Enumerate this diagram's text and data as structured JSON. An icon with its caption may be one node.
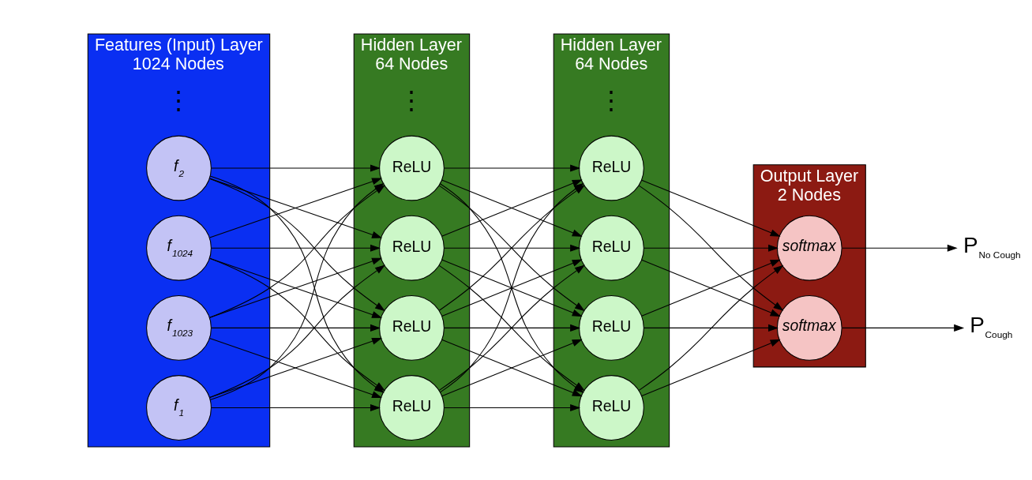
{
  "diagram": {
    "nodes": [
      {
        "text": [
          "Features (Input) Layer",
          "1024 Nodes"
        ]
      },
      {
        "text": [
          "f$_{1}$"
        ],
        "in": 0
      },
      {
        "text": [
          "f$_{2}$"
        ],
        "in": 0
      },
      {
        "text": [
          "f$_{1023}$"
        ],
        "in": 0
      },
      {
        "text": [
          "f$_{1024}$"
        ],
        "in": 0
      },
      {
        "text": [
          "Hidden Layer",
          "64 Nodes"
        ]
      },
      {
        "text": [
          "ReLU"
        ],
        "in": 5
      },
      {
        "text": [
          "ReLU"
        ],
        "in": 5
      },
      {
        "text": [
          "ReLU"
        ],
        "in": 5
      },
      {
        "text": [
          "ReLU"
        ],
        "in": 5
      },
      {
        "text": [
          "Hidden Layer",
          "64 Nodes"
        ]
      },
      {
        "text": [
          "ReLU"
        ],
        "in": 10
      },
      {
        "text": [
          "ReLU"
        ],
        "in": 10
      },
      {
        "text": [
          "ReLU"
        ],
        "in": 10
      },
      {
        "text": [
          "ReLU"
        ],
        "in": 10
      },
      {
        "text": [
          "Output Layer",
          "2 Nodes"
        ]
      },
      {
        "text": [
          "softmax"
        ],
        "in": 15
      },
      {
        "text": [
          "softmax"
        ],
        "in": 15
      },
      {
        "text": [
          "P$_{Cough}$"
        ]
      },
      {
        "text": [
          "P$_{No Cough}$"
        ]
      }
    ],
    "edges": [
      {
        "from": 1,
        "to": 6,
        "arrow": "to"
      },
      {
        "from": 1,
        "to": 7,
        "arrow": "to"
      },
      {
        "from": 1,
        "to": 8,
        "arrow": "to"
      },
      {
        "from": 1,
        "to": 9,
        "arrow": "to"
      },
      {
        "from": 2,
        "to": 6,
        "arrow": "to"
      },
      {
        "from": 2,
        "to": 7,
        "arrow": "to"
      },
      {
        "from": 2,
        "to": 8,
        "arrow": "to"
      },
      {
        "from": 2,
        "to": 9,
        "arrow": "to"
      },
      {
        "from": 3,
        "to": 6,
        "arrow": "to"
      },
      {
        "from": 3,
        "to": 7,
        "arrow": "to"
      },
      {
        "from": 3,
        "to": 8,
        "arrow": "to"
      },
      {
        "from": 3,
        "to": 9,
        "arrow": "to"
      },
      {
        "from": 4,
        "to": 6,
        "arrow": "to"
      },
      {
        "from": 4,
        "to": 7,
        "arrow": "to"
      },
      {
        "from": 4,
        "to": 8,
        "arrow": "to"
      },
      {
        "from": 4,
        "to": 9,
        "arrow": "to"
      },
      {
        "from": 6,
        "to": 11,
        "arrow": "to"
      },
      {
        "from": 6,
        "to": 12,
        "arrow": "to"
      },
      {
        "from": 6,
        "to": 13,
        "arrow": "to"
      },
      {
        "from": 6,
        "to": 14,
        "arrow": "to"
      },
      {
        "from": 7,
        "to": 11,
        "arrow": "to"
      },
      {
        "from": 7,
        "to": 12,
        "arrow": "to"
      },
      {
        "from": 7,
        "to": 13,
        "arrow": "to"
      },
      {
        "from": 7,
        "to": 14,
        "arrow": "to"
      },
      {
        "from": 8,
        "to": 11,
        "arrow": "to"
      },
      {
        "from": 8,
        "to": 12,
        "arrow": "to"
      },
      {
        "from": 8,
        "to": 13,
        "arrow": "to"
      },
      {
        "from": 8,
        "to": 14,
        "arrow": "to"
      },
      {
        "from": 9,
        "to": 11,
        "arrow": "to"
      },
      {
        "from": 9,
        "to": 12,
        "arrow": "to"
      },
      {
        "from": 9,
        "to": 13,
        "arrow": "to"
      },
      {
        "from": 9,
        "to": 14,
        "arrow": "to"
      },
      {
        "from": 11,
        "to": 16,
        "arrow": "to"
      },
      {
        "from": 11,
        "to": 17,
        "arrow": "to"
      },
      {
        "from": 12,
        "to": 16,
        "arrow": "to"
      },
      {
        "from": 12,
        "to": 17,
        "arrow": "to"
      },
      {
        "from": 13,
        "to": 16,
        "arrow": "to"
      },
      {
        "from": 13,
        "to": 17,
        "arrow": "to"
      },
      {
        "from": 14,
        "to": 16,
        "arrow": "to"
      },
      {
        "from": 14,
        "to": 17,
        "arrow": "to"
      },
      {
        "from": 16,
        "to": 18,
        "arrow": "to"
      },
      {
        "from": 17,
        "to": 19,
        "arrow": "to"
      }
    ],
    "labels": [
      "⋮",
      "⋮",
      "⋮"
    ]
  }
}
